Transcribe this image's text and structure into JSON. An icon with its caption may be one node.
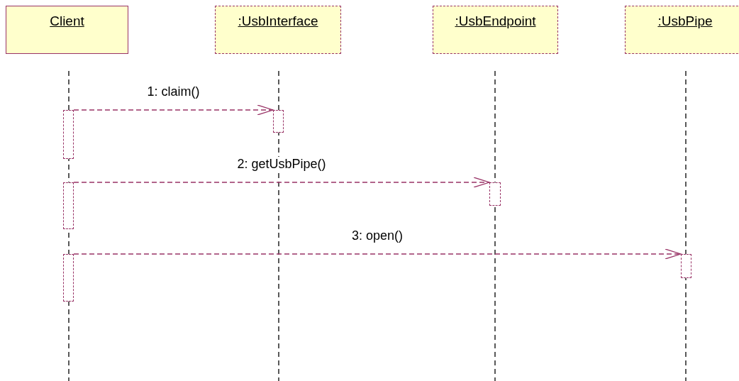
{
  "diagram": {
    "nodes": [
      {
        "text": [
          "Client"
        ]
      },
      {
        "text": [
          ":UsbInterface"
        ]
      },
      {
        "text": [
          ":UsbEndpoint"
        ]
      },
      {
        "text": [
          ":UsbPipe"
        ]
      },
      {
        "text": [],
        "shape": "bar"
      },
      {
        "text": [],
        "shape": "bar"
      },
      {
        "text": [],
        "shape": "bar"
      },
      {
        "text": [],
        "shape": "bar"
      },
      {
        "text": [],
        "shape": "bar"
      },
      {
        "text": [],
        "shape": "bar"
      }
    ],
    "edges": [
      {
        "from": 4,
        "to": 5,
        "arrow": "to",
        "label": "1: claim()",
        "style": "dashed"
      },
      {
        "from": 6,
        "to": 7,
        "arrow": "to",
        "label": "2: getUsbPipe()",
        "style": "dashed"
      },
      {
        "from": 8,
        "to": 9,
        "arrow": "to",
        "label": "3: open()",
        "style": "dashed"
      }
    ]
  }
}
